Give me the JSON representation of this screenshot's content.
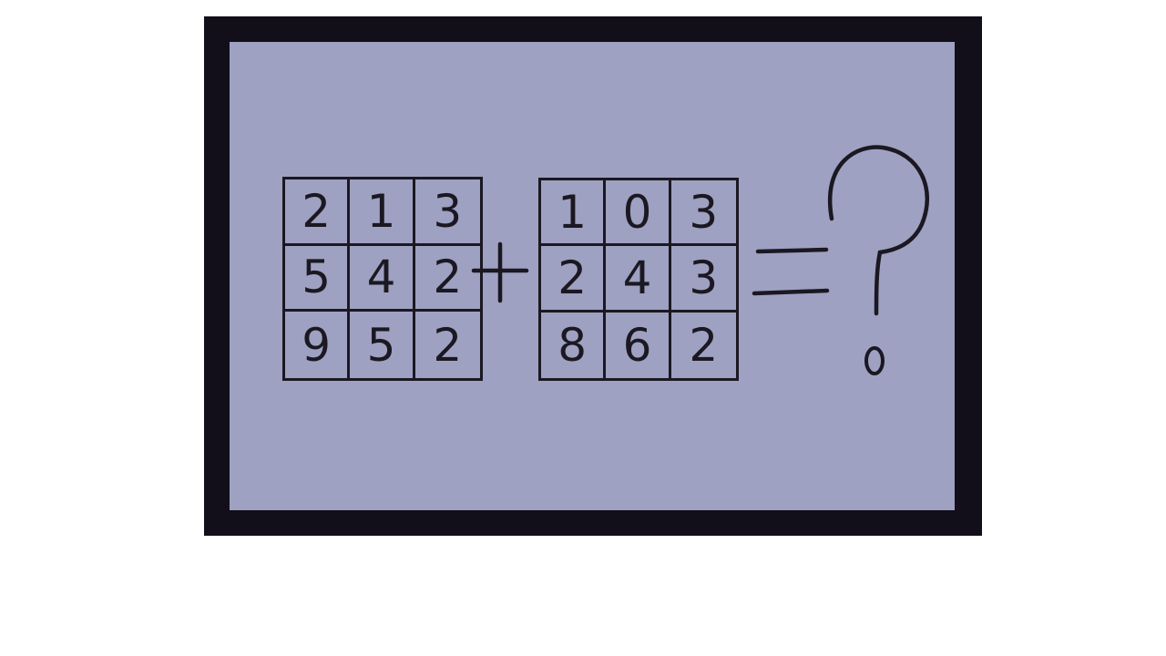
{
  "colors": {
    "board": "#9ea1c1",
    "frame": "#120e1a",
    "ink": "#1b1822",
    "pin": "#a8abc9"
  },
  "puzzle": {
    "grid_left": [
      [
        "2",
        "1",
        "3"
      ],
      [
        "5",
        "4",
        "2"
      ],
      [
        "9",
        "5",
        "2"
      ]
    ],
    "operator": "+",
    "grid_right": [
      [
        "1",
        "0",
        "3"
      ],
      [
        "2",
        "4",
        "3"
      ],
      [
        "8",
        "6",
        "2"
      ]
    ],
    "equals": "=",
    "answer_mark": "?"
  }
}
